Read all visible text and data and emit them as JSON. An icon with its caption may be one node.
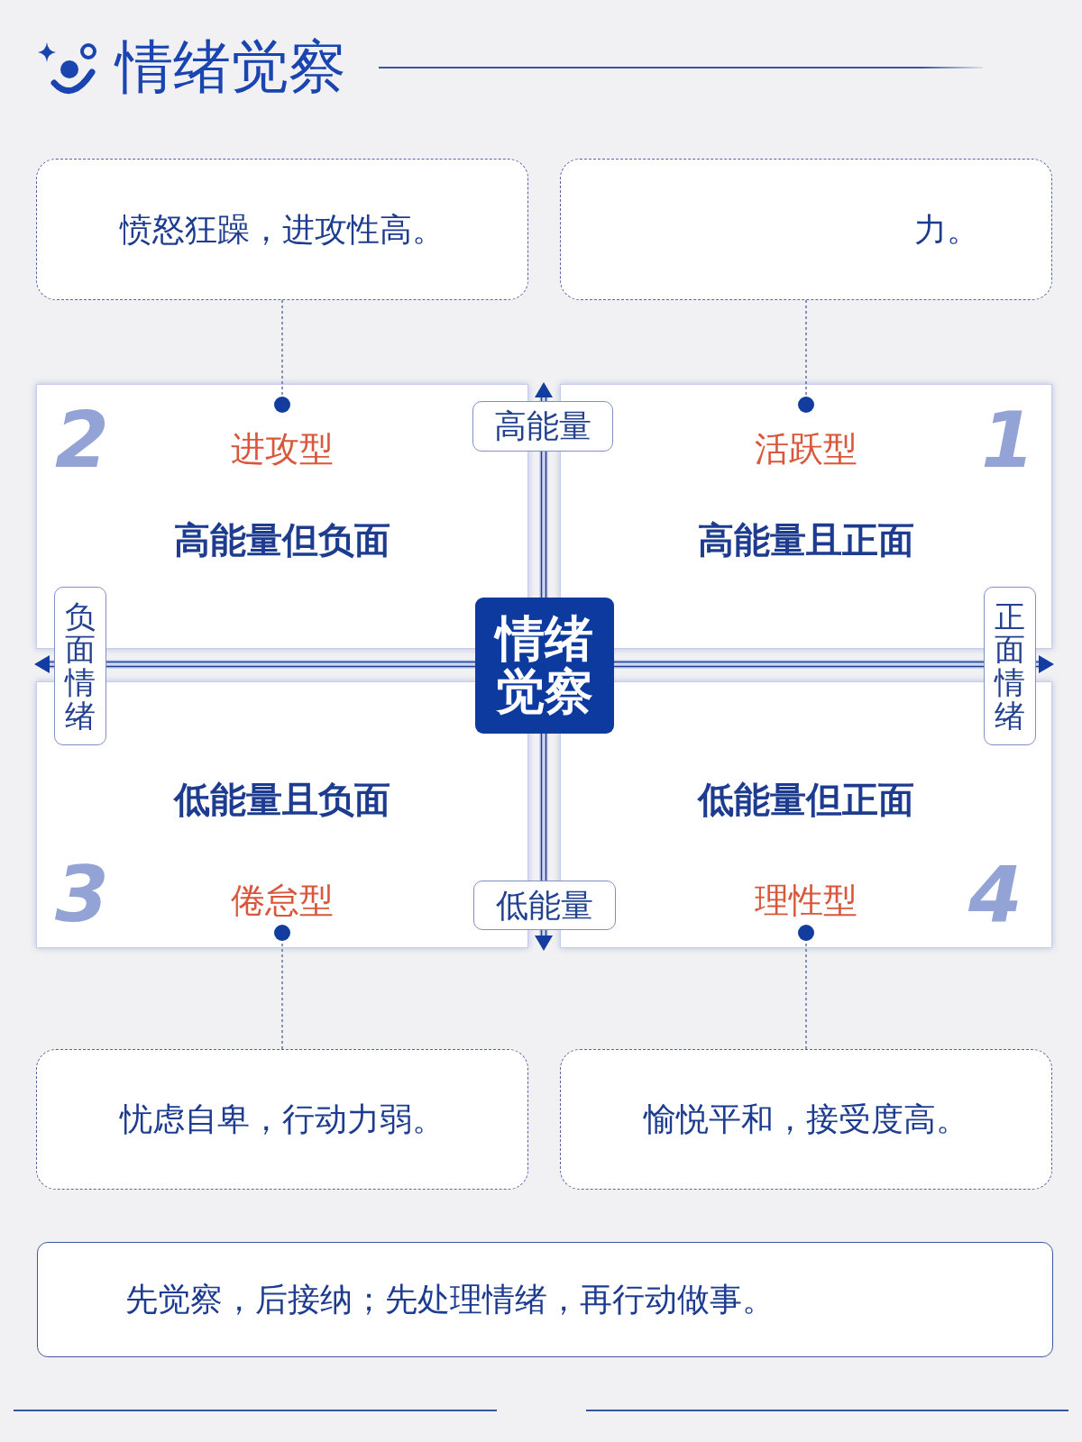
{
  "diagram": {
    "title": "情绪觉察",
    "nodes": [
      {
        "text": [
          "愤怒狂躁，进攻性高。"
        ]
      },
      {
        "text": [
          "力。"
        ]
      },
      {
        "text": [
          "2",
          "进攻型",
          "高能量但负面"
        ]
      },
      {
        "text": [
          "高能量"
        ]
      },
      {
        "text": [
          "活跃型",
          "1",
          "高能量且正面"
        ]
      },
      {
        "text": [
          "负面情绪"
        ]
      },
      {
        "text": [
          "情绪觉察"
        ]
      },
      {
        "text": [
          "正面情绪"
        ]
      },
      {
        "text": [
          "低能量且负面",
          "3",
          "倦怠型"
        ]
      },
      {
        "text": [
          "低能量"
        ]
      },
      {
        "text": [
          "低能量但正面",
          "理性型",
          "4"
        ]
      },
      {
        "text": [
          "忧虑自卑，行动力弱。"
        ]
      },
      {
        "text": [
          "愉悦平和，接受度高。"
        ]
      },
      {
        "text": [
          "先觉察，后接纳；先处理情绪，再行动做事。"
        ]
      }
    ],
    "edges": [
      {
        "from": 0,
        "to": 2,
        "arrow": "other",
        "style": "dashed"
      },
      {
        "from": 1,
        "to": 4,
        "arrow": "other",
        "style": "dashed"
      },
      {
        "from": 11,
        "to": 8,
        "arrow": "other",
        "style": "dashed"
      },
      {
        "from": 12,
        "to": 10,
        "arrow": "other",
        "style": "dashed"
      }
    ]
  }
}
